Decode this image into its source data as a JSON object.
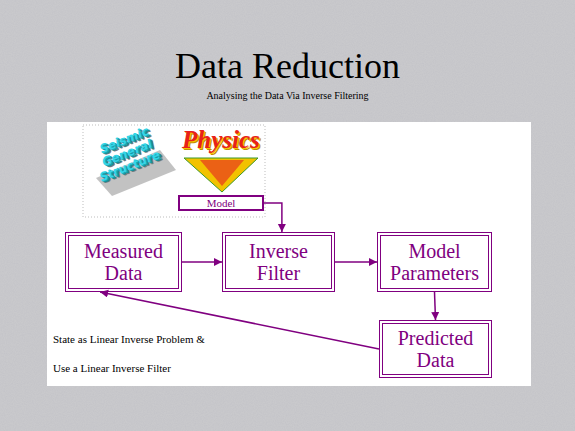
{
  "diagram": {
    "title": "Data Reduction",
    "nodes": [
      {
        "text": [
          "Model"
        ]
      },
      {
        "text": [
          "Measured Data"
        ]
      },
      {
        "text": [
          "Inverse Filter"
        ]
      },
      {
        "text": [
          "Model Parameters"
        ]
      },
      {
        "text": [
          "Predicted Data"
        ]
      }
    ],
    "edges": [
      {
        "from": 0,
        "to": 2,
        "arrow": "to"
      },
      {
        "from": 1,
        "to": 2,
        "arrow": "to"
      },
      {
        "from": 2,
        "to": 3,
        "arrow": "to"
      },
      {
        "from": 3,
        "to": 4,
        "arrow": "to"
      },
      {
        "from": 4,
        "to": 1,
        "arrow": "to"
      }
    ],
    "labels": [
      "Analysing the Data Via Inverse Filtering",
      "Seismic General Structure",
      "Physics",
      "State as Linear Inverse Problem &",
      "Use a Linear Inverse Filter"
    ]
  }
}
